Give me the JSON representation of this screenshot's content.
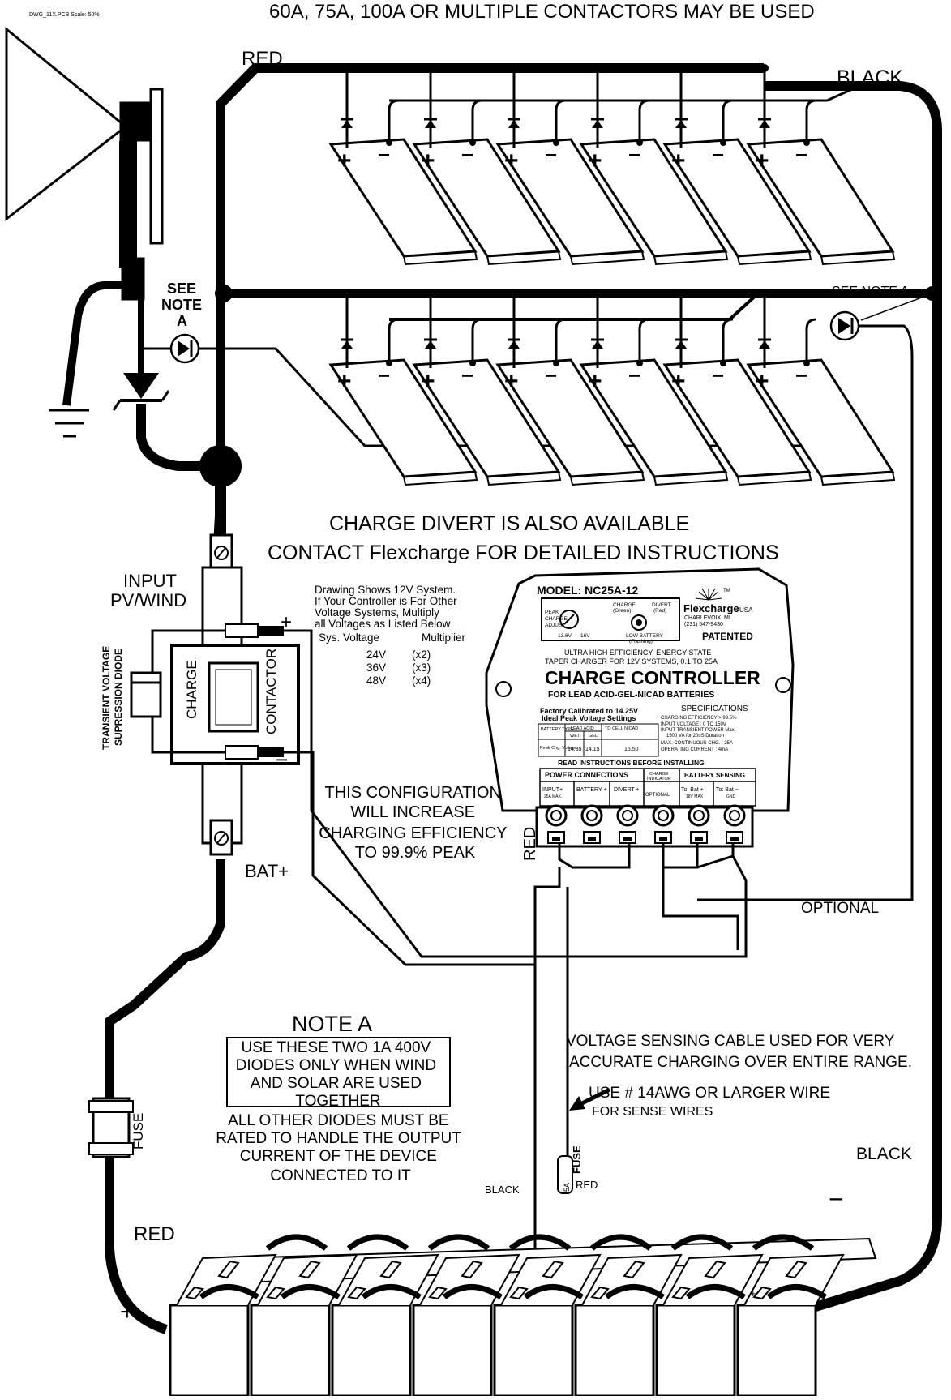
{
  "header": {
    "file_label": "DWG_11X.PCB  Scale: 50%",
    "title": "60A, 75A, 100A OR MULTIPLE CONTACTORS MAY BE USED"
  },
  "labels": {
    "red_top": "RED",
    "black_top": "BLACK",
    "see_note_a_left": [
      "SEE",
      "NOTE",
      "A"
    ],
    "see_note_a_right": "SEE NOTE A",
    "divert_line1": "CHARGE DIVERT IS ALSO AVAILABLE",
    "divert_line2": "CONTACT Flexcharge FOR DETAILED INSTRUCTIONS",
    "input_line1": "INPUT",
    "input_line2": "PV/WIND",
    "tvs_line1": "TRANSIENT VOLTAGE",
    "tvs_line2": "SUPRESSION DIODE",
    "charge": "CHARGE",
    "contactor": "CONTACTOR",
    "plus": "+",
    "minus": "−",
    "bat_plus": "BAT+",
    "config": [
      "THIS CONFIGURATION",
      "WILL INCREASE",
      "CHARGING EFFICIENCY",
      "TO 99.9% PEAK"
    ],
    "red_vertical": "RED",
    "optional": "OPTIONAL",
    "fuse": "FUSE",
    "fuse_small": "FUSE",
    "fuse_5a": "5A",
    "black_small": "BLACK",
    "red_small": "RED",
    "black_bottom": "BLACK",
    "red_bottom": "RED",
    "battery_plus": "+",
    "battery_minus": "−",
    "sensing": [
      "VOLTAGE SENSING CABLE USED FOR VERY",
      "ACCURATE CHARGING OVER ENTIRE RANGE."
    ],
    "wire_note": "USE # 14AWG OR LARGER WIRE",
    "wire_note_sub": "FOR SENSE WIRES"
  },
  "voltage_table": {
    "intro": [
      "Drawing Shows 12V System.",
      "If Your Controller is For Other",
      "Voltage Systems, Multiply",
      "all Voltages as Listed Below"
    ],
    "col1": "Sys. Voltage",
    "col2": "Multiplier",
    "rows": [
      {
        "v": "24V",
        "m": "(x2)"
      },
      {
        "v": "36V",
        "m": "(x3)"
      },
      {
        "v": "48V",
        "m": "(x4)"
      }
    ]
  },
  "controller": {
    "model": "MODEL: NC25A-12",
    "brand": "Flexcharge",
    "brand_usa": "USA",
    "brand_tm": "TM",
    "brand_city": "CHARLEVOIX, MI",
    "brand_phone": "(231) 547-9430",
    "patented": "PATENTED",
    "peak_label": [
      "PEAK",
      "CHARGE",
      "ADJUST"
    ],
    "v_low": "13.6V",
    "v_high": "16V",
    "charge_led": [
      "CHARGE",
      "(Green)"
    ],
    "divert_led": [
      "DIVERT",
      "(Red)"
    ],
    "low_batt": [
      "LOW BATTERY",
      "(Flashing)"
    ],
    "tag1": "ULTRA HIGH EFFICIENCY, ENERGY STATE",
    "tag2": "TAPER CHARGER FOR 12V SYSTEMS, 0.1 TO 25A",
    "name": "CHARGE CONTROLLER",
    "for_line": "FOR  LEAD ACID-GEL-NICAD  BATTERIES",
    "factory": [
      "Factory Calibrated to 14.25V",
      "Ideal Peak Voltage Settings"
    ],
    "spec_title": "SPECIFICATIONS",
    "specs": [
      "CHARGING EFFICIENCY > 99.5%",
      "INPUT VOLTAGE : 0 TO 150V",
      "INPUT TRANSIENT POWER Max.",
      "1500 VA for 20uS Duration",
      "MAX. CONTINUOUS CHG. : 25A",
      "OPERATING CURRENT : 4mA"
    ],
    "table_head": [
      "BATTERY TYPE",
      "LEAD ACID",
      "TO CELL NICAD"
    ],
    "table_sub": [
      "WET",
      "GEL"
    ],
    "table_row_label": "Peak Chg. Voltage",
    "table_row_values": [
      "14.35",
      "14.15",
      "15.50"
    ],
    "read_instr": "READ INSTRUCTIONS BEFORE INSTALLING",
    "power_conn": "POWER CONNECTIONS",
    "charge_ind": [
      "CHARGE",
      "INDICATOR"
    ],
    "batt_sense": "BATTERY SENSING",
    "terminals": [
      "INPUT+",
      "BATTERY +",
      "DIVERT +",
      "OPTIONAL",
      "To: Bat +",
      "To: Bat −"
    ],
    "terminal_sub": [
      "25A MAX.",
      "",
      "",
      "",
      "18V MAX",
      "GND"
    ]
  },
  "note_a": {
    "title": "NOTE A",
    "box": [
      "USE THESE TWO 1A 400V",
      "DIODES ONLY WHEN WIND",
      "AND SOLAR ARE USED",
      "TOGETHER"
    ],
    "rest": [
      "ALL OTHER DIODES MUST BE",
      "RATED TO HANDLE THE OUTPUT",
      "CURRENT OF THE DEVICE",
      "CONNECTED TO IT"
    ]
  },
  "panel_signs": {
    "plus": "+",
    "minus": "−"
  }
}
